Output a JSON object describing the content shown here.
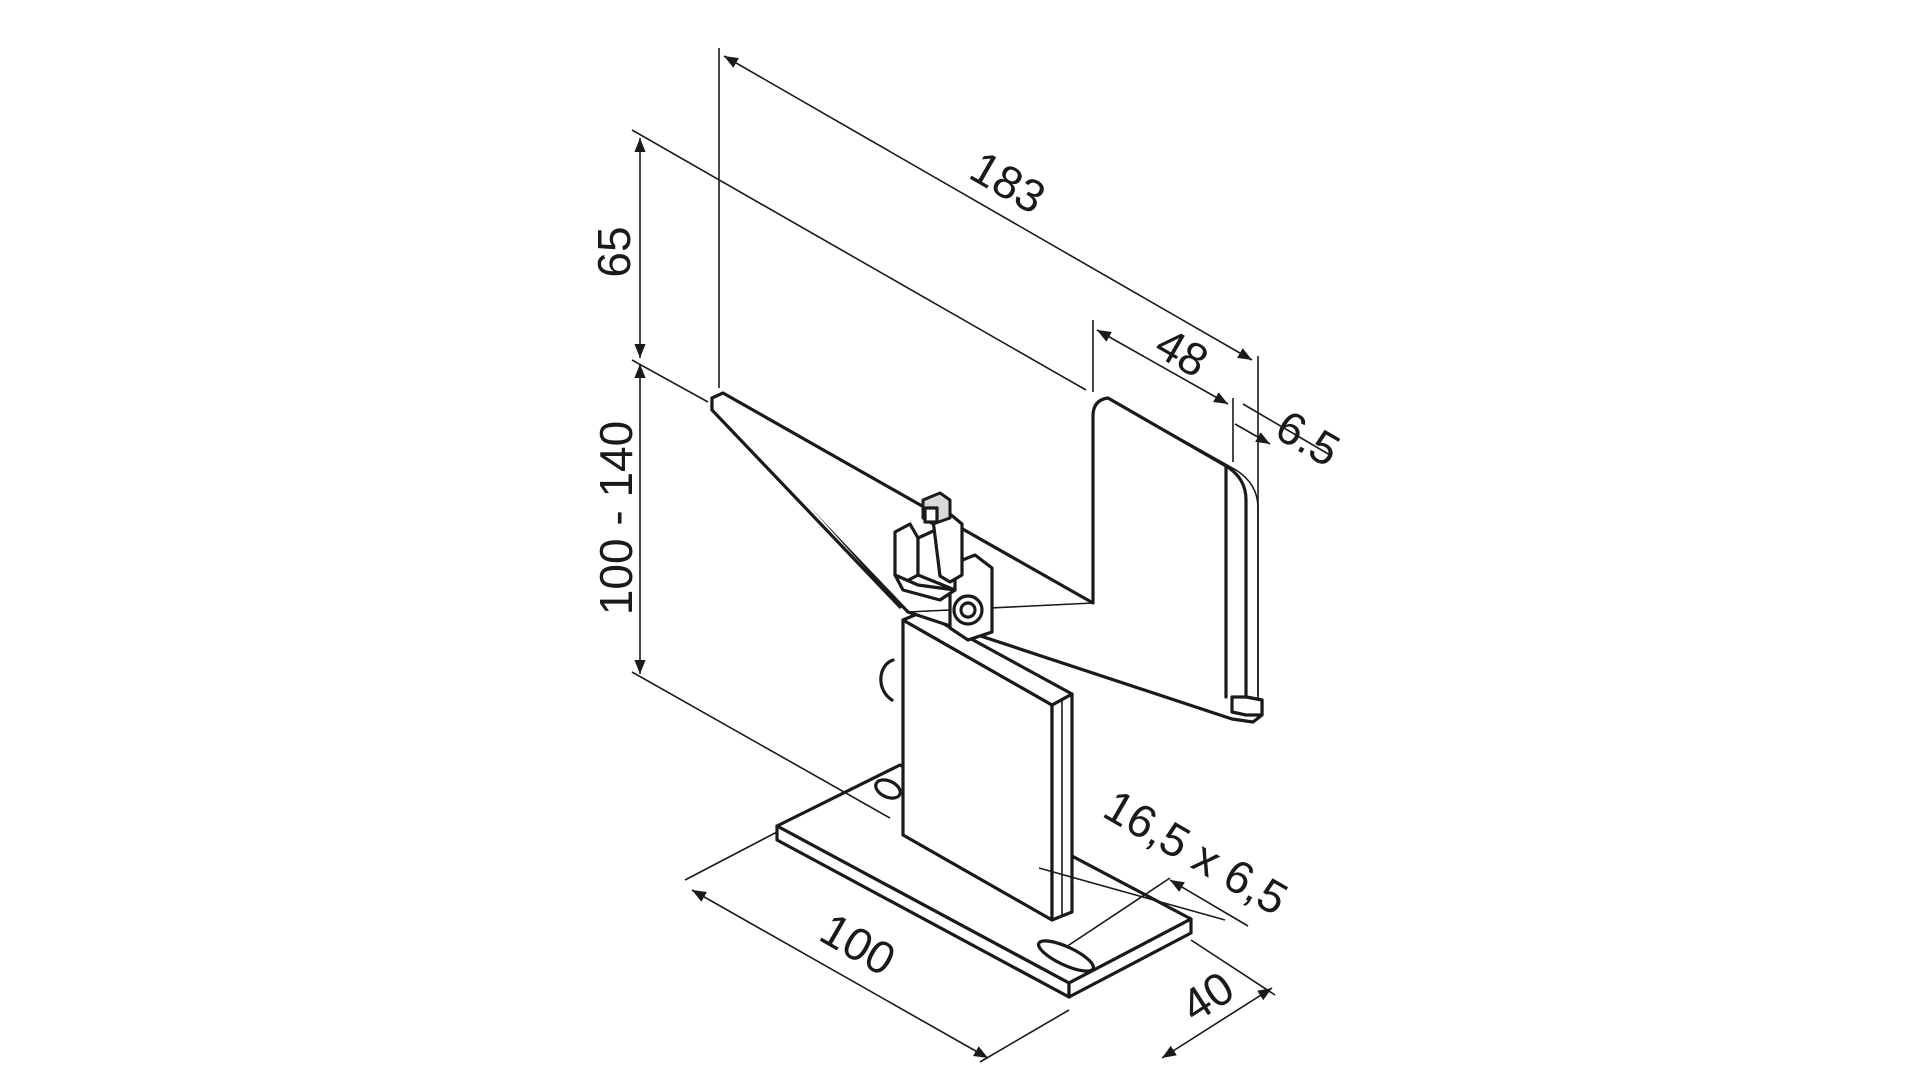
{
  "drawing": {
    "line_color": "#1a1a1a",
    "background": "#ffffff",
    "dimensions": {
      "length_top": "183",
      "height_upper": "65",
      "height_range": "100 - 140",
      "flange_width": "48",
      "thickness": "6.5",
      "slot_size": "16,5 x 6,5",
      "base_length": "100",
      "base_width": "40"
    }
  }
}
